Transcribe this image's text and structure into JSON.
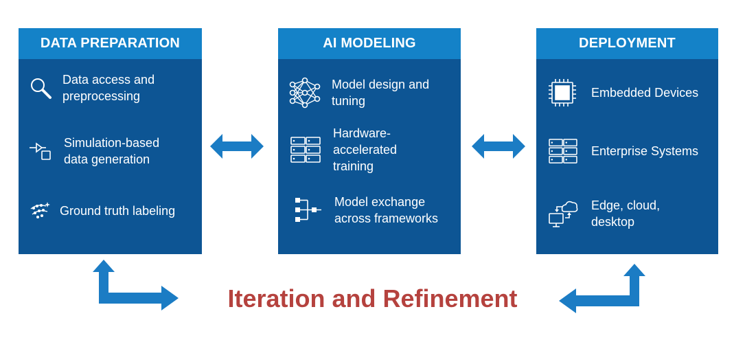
{
  "colors": {
    "panel": "#0d5594",
    "header": "#1482c8",
    "arrow": "#1b7cc4",
    "title": "#b5423e"
  },
  "panels": [
    {
      "title": "DATA PREPARATION",
      "items": [
        {
          "label": "Data access and\npreprocessing",
          "icon": "magnifier-icon"
        },
        {
          "label": "Simulation-based\ndata generation",
          "icon": "simulation-icon"
        },
        {
          "label": "Ground truth labeling",
          "icon": "labeling-icon"
        }
      ]
    },
    {
      "title": "AI MODELING",
      "items": [
        {
          "label": "Model design and\ntuning",
          "icon": "neural-network-icon"
        },
        {
          "label": "Hardware-\naccelerated\ntraining",
          "icon": "server-rack-icon"
        },
        {
          "label": "Model exchange\nacross frameworks",
          "icon": "exchange-icon"
        }
      ]
    },
    {
      "title": "DEPLOYMENT",
      "items": [
        {
          "label": "Embedded Devices",
          "icon": "chip-icon"
        },
        {
          "label": "Enterprise Systems",
          "icon": "server-rack-icon"
        },
        {
          "label": "Edge, cloud,\ndesktop",
          "icon": "cloud-desktop-icon"
        }
      ]
    }
  ],
  "footer": {
    "title": "Iteration and Refinement"
  }
}
